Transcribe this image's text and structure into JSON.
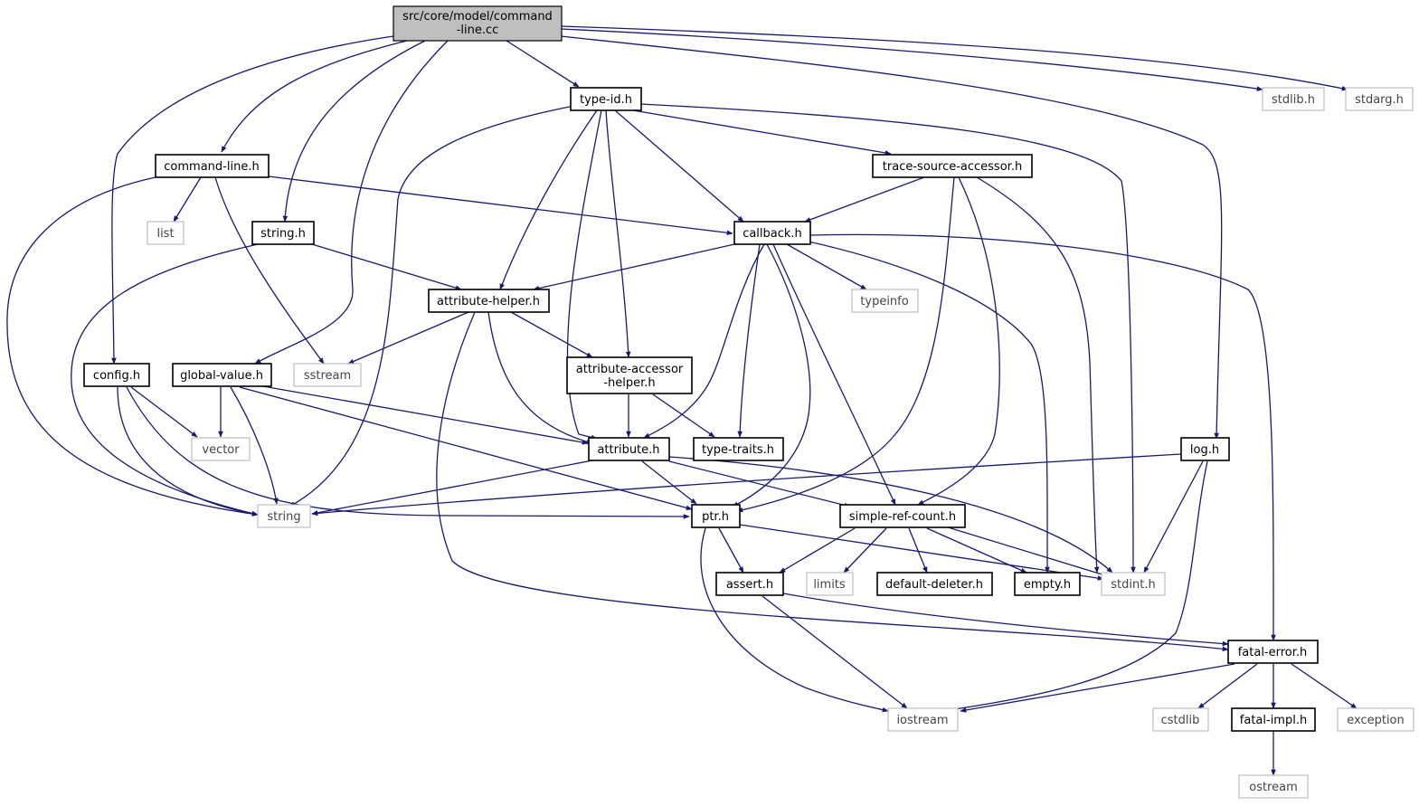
{
  "colors": {
    "edge": "#191970",
    "main_fill": "#bfbfbf",
    "internal_border": "#000000",
    "external_border": "#bfbfbf"
  },
  "nodes": {
    "command_line_cc_1": "src/core/model/command",
    "command_line_cc_2": "-line.cc",
    "type_id_h": "type-id.h",
    "stdlib_h": "stdlib.h",
    "stdarg_h": "stdarg.h",
    "command_line_h": "command-line.h",
    "trace_source_accessor_h": "trace-source-accessor.h",
    "list": "list",
    "string_h": "string.h",
    "callback_h": "callback.h",
    "attribute_helper_h": "attribute-helper.h",
    "typeinfo": "typeinfo",
    "config_h": "config.h",
    "global_value_h": "global-value.h",
    "sstream": "sstream",
    "attribute_accessor_helper_h_1": "attribute-accessor",
    "attribute_accessor_helper_h_2": "-helper.h",
    "vector": "vector",
    "attribute_h": "attribute.h",
    "type_traits_h": "type-traits.h",
    "log_h": "log.h",
    "string": "string",
    "ptr_h": "ptr.h",
    "simple_ref_count_h": "simple-ref-count.h",
    "assert_h": "assert.h",
    "limits": "limits",
    "default_deleter_h": "default-deleter.h",
    "empty_h": "empty.h",
    "stdint_h": "stdint.h",
    "fatal_error_h": "fatal-error.h",
    "iostream": "iostream",
    "cstdlib": "cstdlib",
    "fatal_impl_h": "fatal-impl.h",
    "exception": "exception",
    "ostream": "ostream"
  }
}
